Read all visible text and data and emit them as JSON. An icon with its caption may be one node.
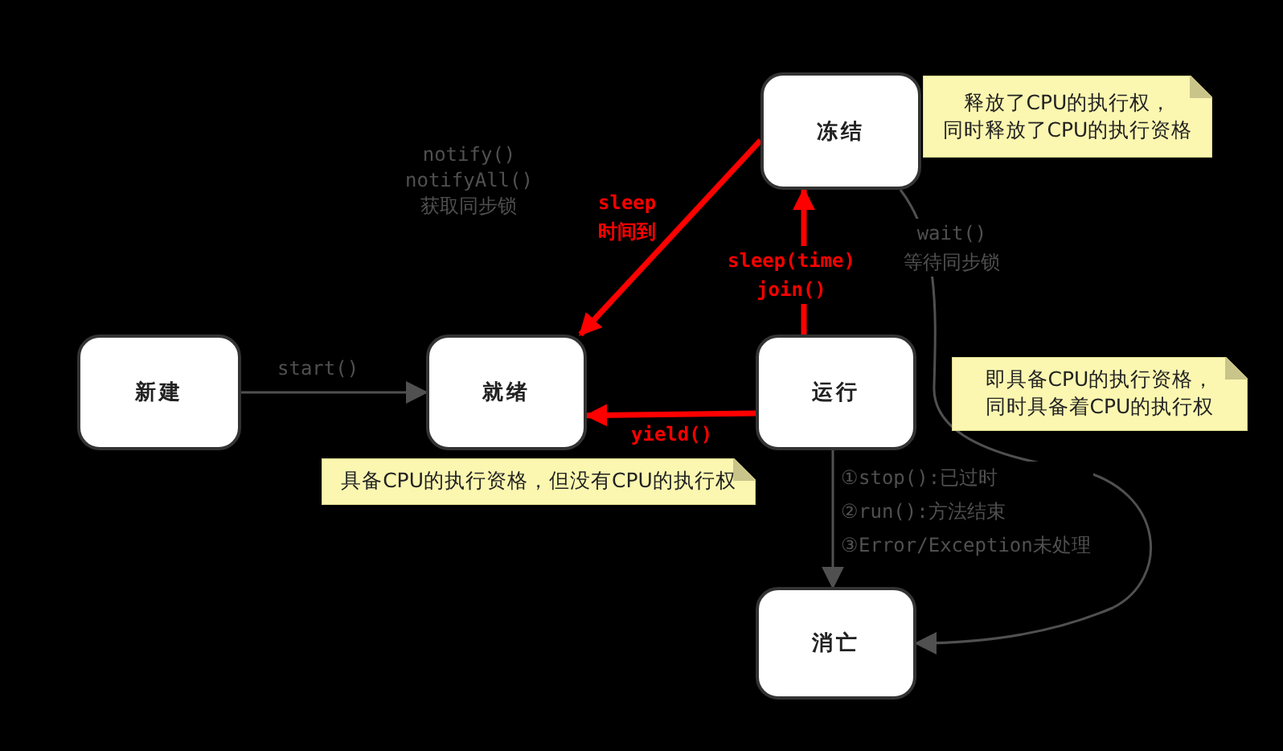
{
  "diagram": {
    "nodes": [
      {
        "text": [
          "冻结"
        ]
      },
      {
        "text": [
          "释放了CPU的执行权，同时释放了CPU的执行资格"
        ]
      },
      {
        "text": [
          "新建"
        ]
      },
      {
        "text": [
          "就绪"
        ]
      },
      {
        "text": [
          "运行"
        ]
      },
      {
        "text": [
          "即具备CPU的执行资格，同时具备着CPU的执行权"
        ]
      },
      {
        "text": [
          "具备CPU的执行资格，但没有CPU的执行权"
        ]
      },
      {
        "text": [
          "消亡"
        ]
      }
    ],
    "edges": [
      {
        "from": 2,
        "to": 3,
        "arrow": "to",
        "label": "start()",
        "color": "#505050"
      },
      {
        "from": 0,
        "to": 3,
        "arrow": "to",
        "label": "sleep 时间到",
        "color": "#ff0000",
        "style": "thick"
      },
      {
        "from": 4,
        "to": 0,
        "arrow": "to",
        "label": "sleep(time) join()",
        "color": "#ff0000",
        "style": "thick"
      },
      {
        "from": 4,
        "to": 3,
        "arrow": "to",
        "label": "yield()",
        "color": "#ff0000",
        "style": "thick"
      },
      {
        "from": 4,
        "to": 7,
        "arrow": "to",
        "label": "①stop():已过时 ②run():方法结束 ③Error/Exception未处理",
        "color": "#505050"
      },
      {
        "from": 0,
        "to": 7,
        "arrow": "to",
        "label": "wait() 等待同步锁",
        "color": "#505050"
      }
    ],
    "labels": [
      "notify() notifyAll() 获取同步锁"
    ]
  }
}
